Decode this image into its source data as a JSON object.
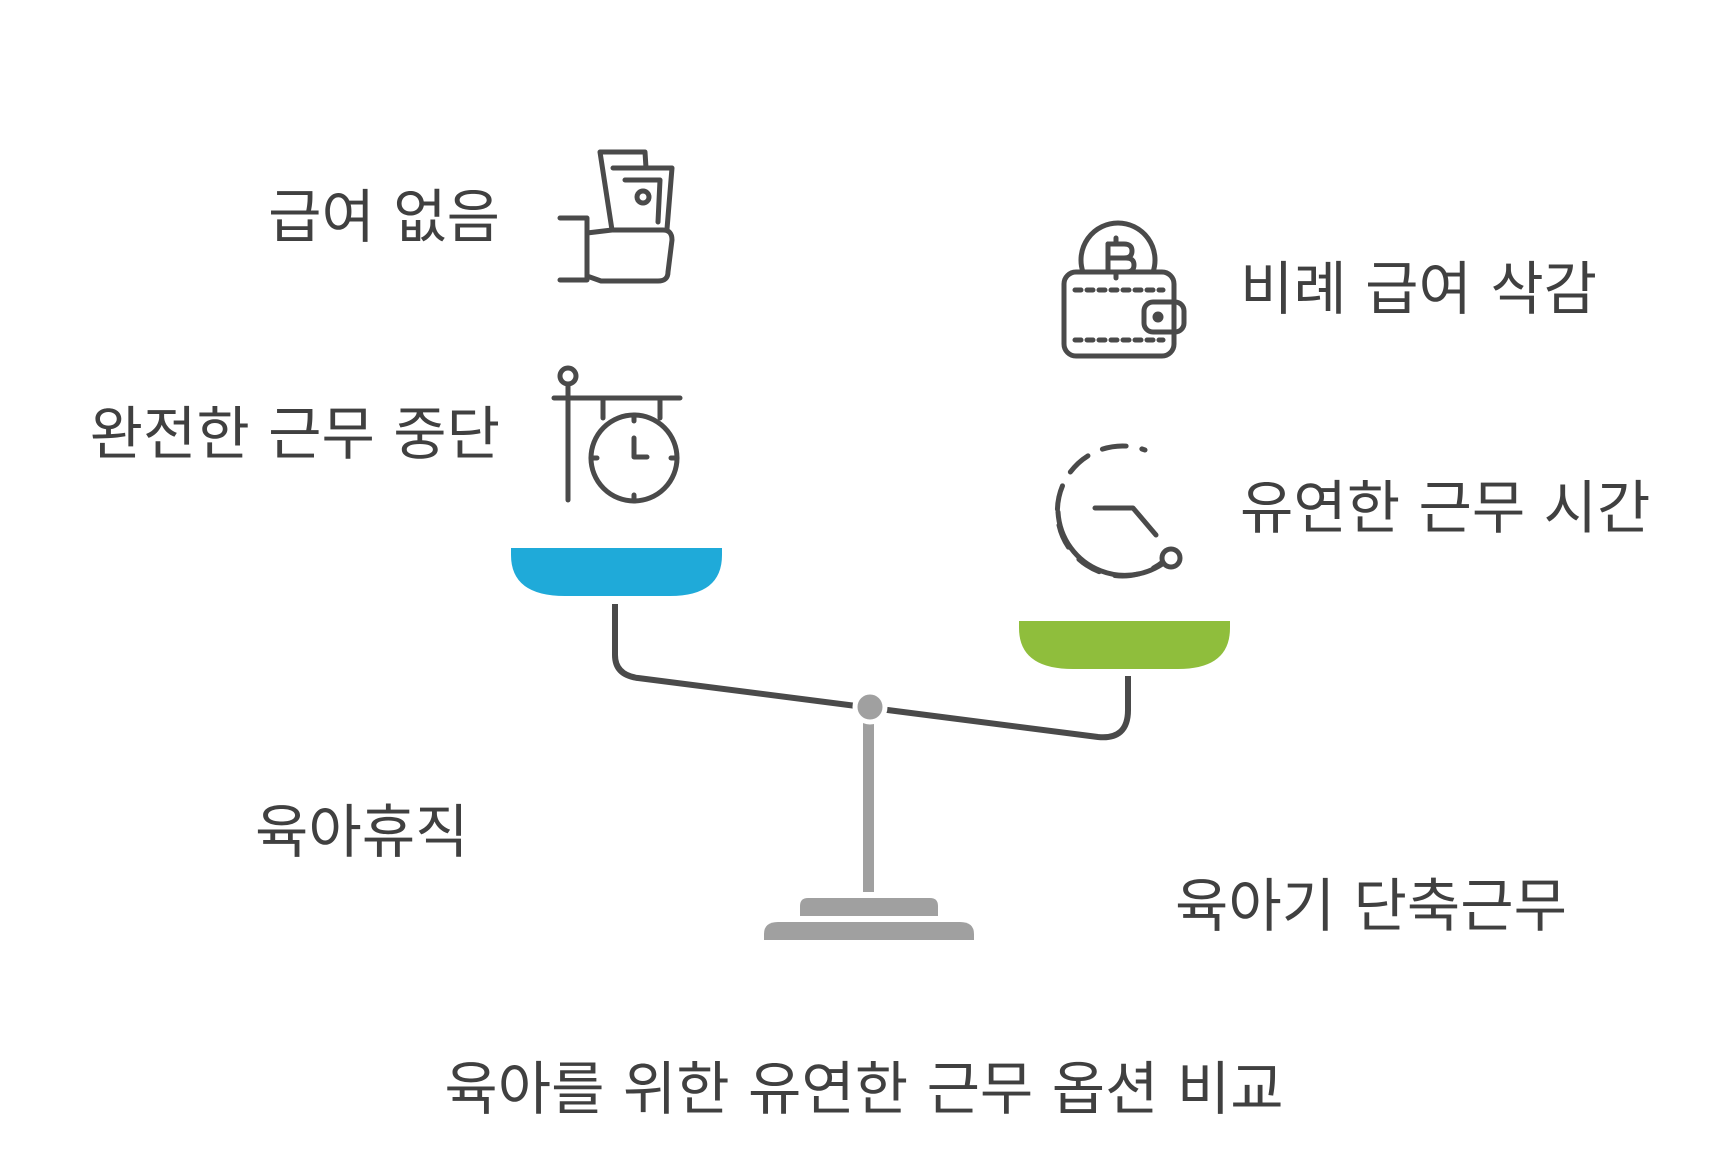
{
  "title": "육아를 위한 유연한 근무 옵션 비교",
  "left_option": {
    "name": "육아휴직",
    "features": [
      {
        "text": "급여 없음",
        "icon": "hand-holding-money-icon"
      },
      {
        "text": "완전한 근무 중단",
        "icon": "hanging-clock-sign-icon"
      }
    ],
    "pan_color": "#1FAAD9"
  },
  "right_option": {
    "name": "육아기 단축근무",
    "features": [
      {
        "text": "비례 급여 삭감",
        "icon": "wallet-bitcoin-icon"
      },
      {
        "text": "유연한 근무 시간",
        "icon": "dashed-clock-icon"
      }
    ],
    "pan_color": "#8FBE3C"
  },
  "colors": {
    "beam": "#4a4a4a",
    "stand": "#a0a0a0",
    "icon_stroke": "#4a4a4a"
  }
}
